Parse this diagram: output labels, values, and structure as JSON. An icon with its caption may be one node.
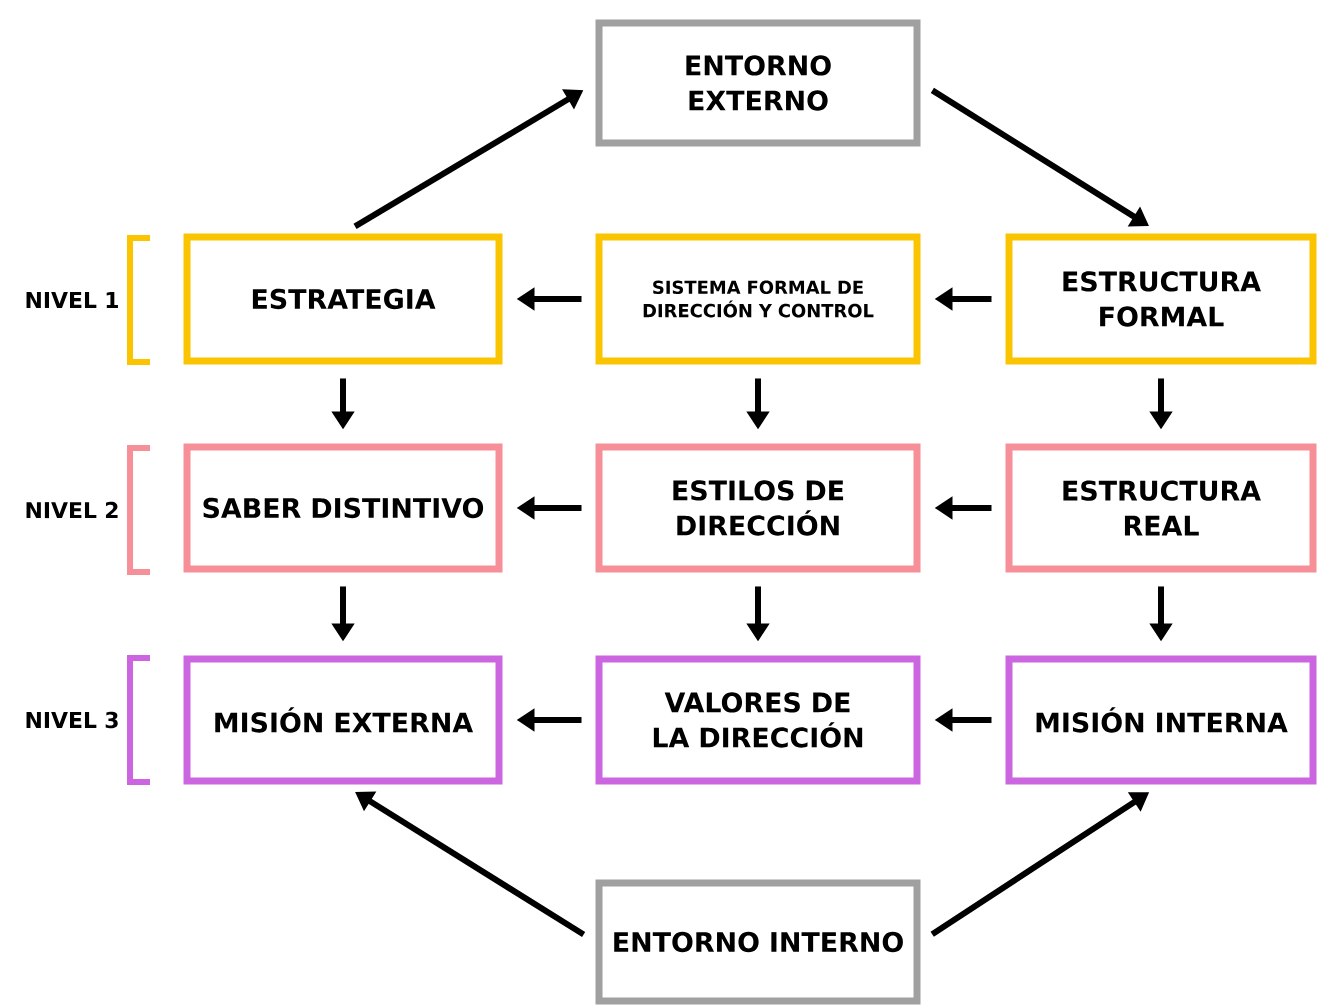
{
  "diagram": {
    "nodes": [
      {
        "text": [
          "ENTORNO EXTERNO"
        ]
      },
      {
        "text": [
          "ESTRATEGIA"
        ]
      },
      {
        "text": [
          "SISTEMA FORMAL DE DIRECCIÓN Y CONTROL"
        ]
      },
      {
        "text": [
          "ESTRUCTURA FORMAL"
        ]
      },
      {
        "text": [
          "SABER DISTINTIVO"
        ]
      },
      {
        "text": [
          "ESTILOS DE DIRECCIÓN"
        ]
      },
      {
        "text": [
          "ESTRUCTURA REAL"
        ]
      },
      {
        "text": [
          "MISIÓN EXTERNA"
        ]
      },
      {
        "text": [
          "VALORES DE LA DIRECCIÓN"
        ]
      },
      {
        "text": [
          "MISIÓN INTERNA"
        ]
      },
      {
        "text": [
          "ENTORNO INTERNO"
        ]
      }
    ],
    "edges": [
      {
        "from": 1,
        "to": 0,
        "arrow": "to"
      },
      {
        "from": 0,
        "to": 3,
        "arrow": "to"
      },
      {
        "from": 2,
        "to": 1,
        "arrow": "to"
      },
      {
        "from": 3,
        "to": 2,
        "arrow": "to"
      },
      {
        "from": 1,
        "to": 4,
        "arrow": "to"
      },
      {
        "from": 2,
        "to": 5,
        "arrow": "to"
      },
      {
        "from": 3,
        "to": 6,
        "arrow": "to"
      },
      {
        "from": 5,
        "to": 4,
        "arrow": "to"
      },
      {
        "from": 6,
        "to": 5,
        "arrow": "to"
      },
      {
        "from": 4,
        "to": 7,
        "arrow": "to"
      },
      {
        "from": 5,
        "to": 8,
        "arrow": "to"
      },
      {
        "from": 6,
        "to": 9,
        "arrow": "to"
      },
      {
        "from": 8,
        "to": 7,
        "arrow": "to"
      },
      {
        "from": 9,
        "to": 8,
        "arrow": "to"
      },
      {
        "from": 10,
        "to": 7,
        "arrow": "to"
      },
      {
        "from": 10,
        "to": 9,
        "arrow": "to"
      }
    ],
    "labels": [
      "NIVEL 1",
      "NIVEL 2",
      "NIVEL 3"
    ]
  }
}
